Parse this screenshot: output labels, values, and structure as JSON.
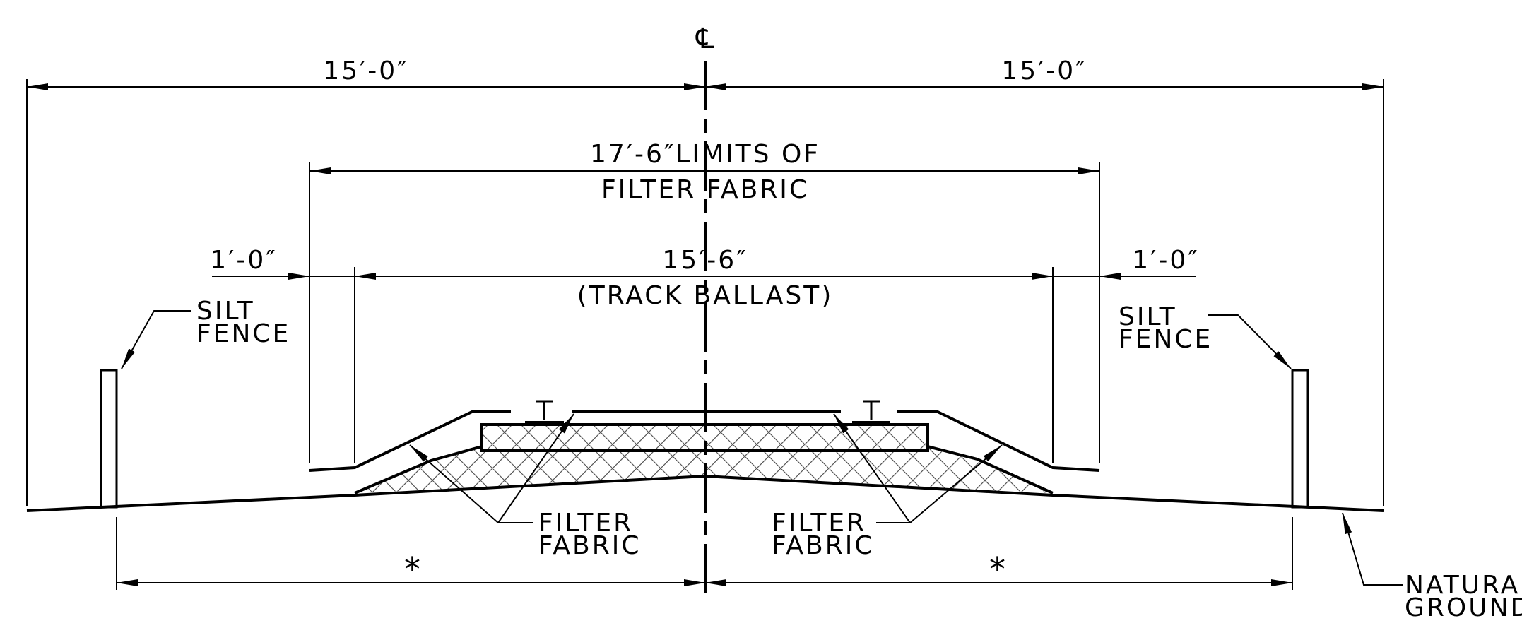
{
  "drawing": {
    "centerline_symbol": "℄",
    "dimensions": {
      "left_half": "15′-0″",
      "right_half": "15′-0″",
      "filter_fabric_limits_line1": "17′-6″LIMITS OF",
      "filter_fabric_limits_line2": "FILTER FABRIC",
      "track_ballast_width": "15′-6″",
      "track_ballast_label": "(TRACK BALLAST)",
      "left_offset": "1′-0″",
      "right_offset": "1′-0″",
      "left_asterisk": "*",
      "right_asterisk": "*"
    },
    "labels": {
      "left_silt_fence_line1": "SILT",
      "left_silt_fence_line2": "FENCE",
      "right_silt_fence_line1": "SILT",
      "right_silt_fence_line2": "FENCE",
      "left_filter_fabric_line1": "FILTER",
      "left_filter_fabric_line2": "FABRIC",
      "right_filter_fabric_line1": "FILTER",
      "right_filter_fabric_line2": "FABRIC",
      "natural_ground_line1": "NATURAL",
      "natural_ground_line2": "GROUND"
    }
  }
}
